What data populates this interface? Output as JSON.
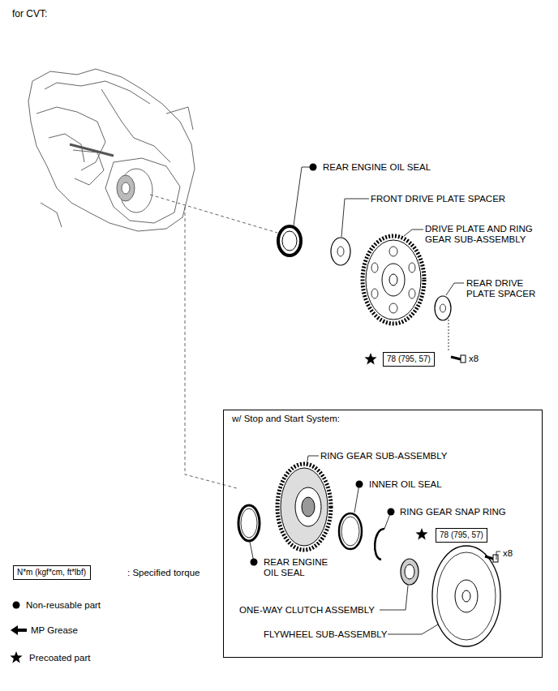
{
  "diagram": {
    "title": "for CVT:",
    "nodes": [
      {
        "text": [
          "78 (795, 57)"
        ]
      },
      {
        "text": [
          "w/ Stop and Start System:"
        ]
      },
      {
        "text": [
          "78 (795, 57)"
        ],
        "in": 1
      },
      {
        "text": [
          "N*m (kgf*cm, ft*lbf)"
        ]
      }
    ],
    "labels": [
      "REAR ENGINE OIL SEAL",
      "FRONT DRIVE PLATE SPACER",
      "DRIVE PLATE AND RING GEAR SUB-ASSEMBLY",
      "REAR DRIVE PLATE SPACER",
      "x8",
      "RING GEAR SUB-ASSEMBLY",
      "INNER OIL SEAL",
      "RING GEAR SNAP RING",
      "x8",
      "REAR ENGINE OIL SEAL",
      "ONE-WAY CLUTCH ASSEMBLY",
      "FLYWHEEL SUB-ASSEMBLY"
    ],
    "legend": [
      {
        "text": ": Specified torque"
      },
      {
        "text": "Non-reusable part"
      },
      {
        "text": "MP Grease"
      },
      {
        "text": "Precoated part"
      }
    ]
  }
}
